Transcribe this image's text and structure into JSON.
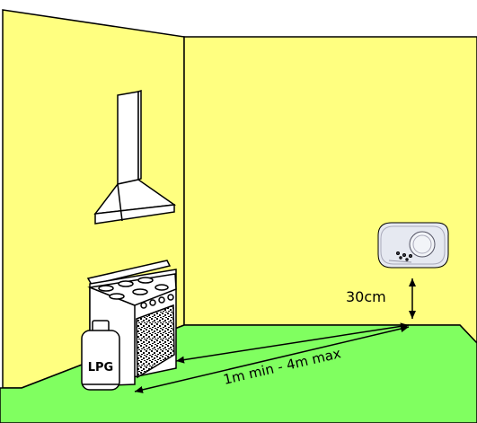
{
  "labels": {
    "cylinder": "LPG",
    "height": "30cm",
    "distance": "1m min - 4m max"
  },
  "colors": {
    "wall": "#ffff80",
    "floor": "#80ff60",
    "outline": "#000000",
    "appliance": "#ffffff",
    "detector_body": "#e6e9f1"
  }
}
